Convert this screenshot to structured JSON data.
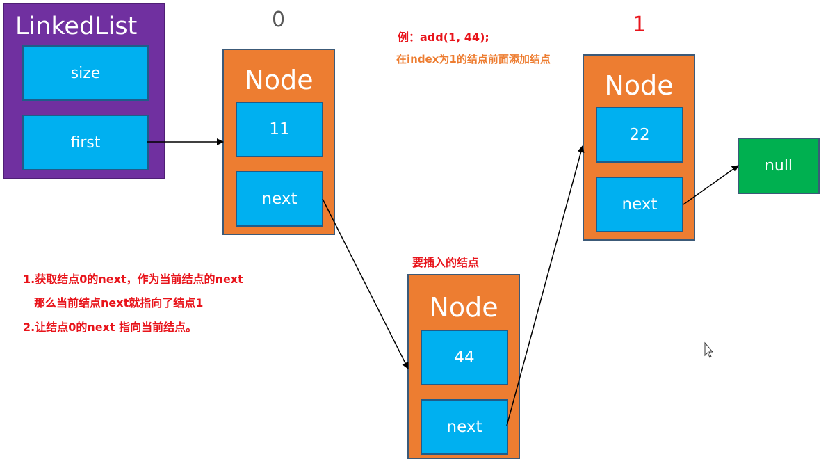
{
  "linked_list": {
    "title": "LinkedList",
    "fields": [
      "size",
      "first"
    ]
  },
  "index_labels": {
    "node0": "0",
    "node1": "1"
  },
  "nodes": {
    "node0": {
      "title": "Node",
      "value": "11",
      "next": "next"
    },
    "new_node": {
      "title": "Node",
      "value": "44",
      "next": "next",
      "caption": "要插入的结点"
    },
    "node1": {
      "title": "Node",
      "value": "22",
      "next": "next"
    }
  },
  "null_label": "null",
  "example": {
    "line1": "例：add(1, 44);",
    "line2": "在index为1的结点前面添加结点"
  },
  "steps": [
    "1.获取结点0的next，作为当前结点的next",
    "那么当前结点next就指向了结点1",
    "2.让结点0的next 指向当前结点。"
  ],
  "colors": {
    "linked_list": "#7030a0",
    "node": "#ed7d31",
    "field": "#00b0f0",
    "null": "#00b050",
    "highlight": "#e8141b"
  }
}
